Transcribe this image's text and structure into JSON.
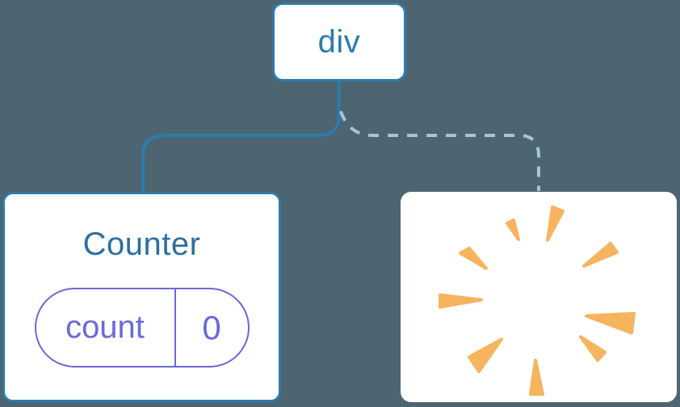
{
  "page": {
    "background_color": "#4C6571",
    "card_background": "#FFFFFF"
  },
  "tree": {
    "root": {
      "label": "div"
    },
    "connectors": {
      "solid_branch": {
        "color": "#2D7BAD",
        "style": "solid",
        "target": "counter-card"
      },
      "dashed_branch": {
        "color": "#A6C5D8",
        "style": "dashed",
        "target": "removed-card"
      }
    },
    "counter_card": {
      "title": "Counter",
      "title_color": "#2D6F9E",
      "border_color": "#2D7BAD",
      "state_pill": {
        "key": "count",
        "value": "0",
        "accent_color": "#6A69DA"
      }
    },
    "removed_card": {
      "icon": "poof-burst-icon",
      "burst_color": "#F6B45F"
    }
  }
}
